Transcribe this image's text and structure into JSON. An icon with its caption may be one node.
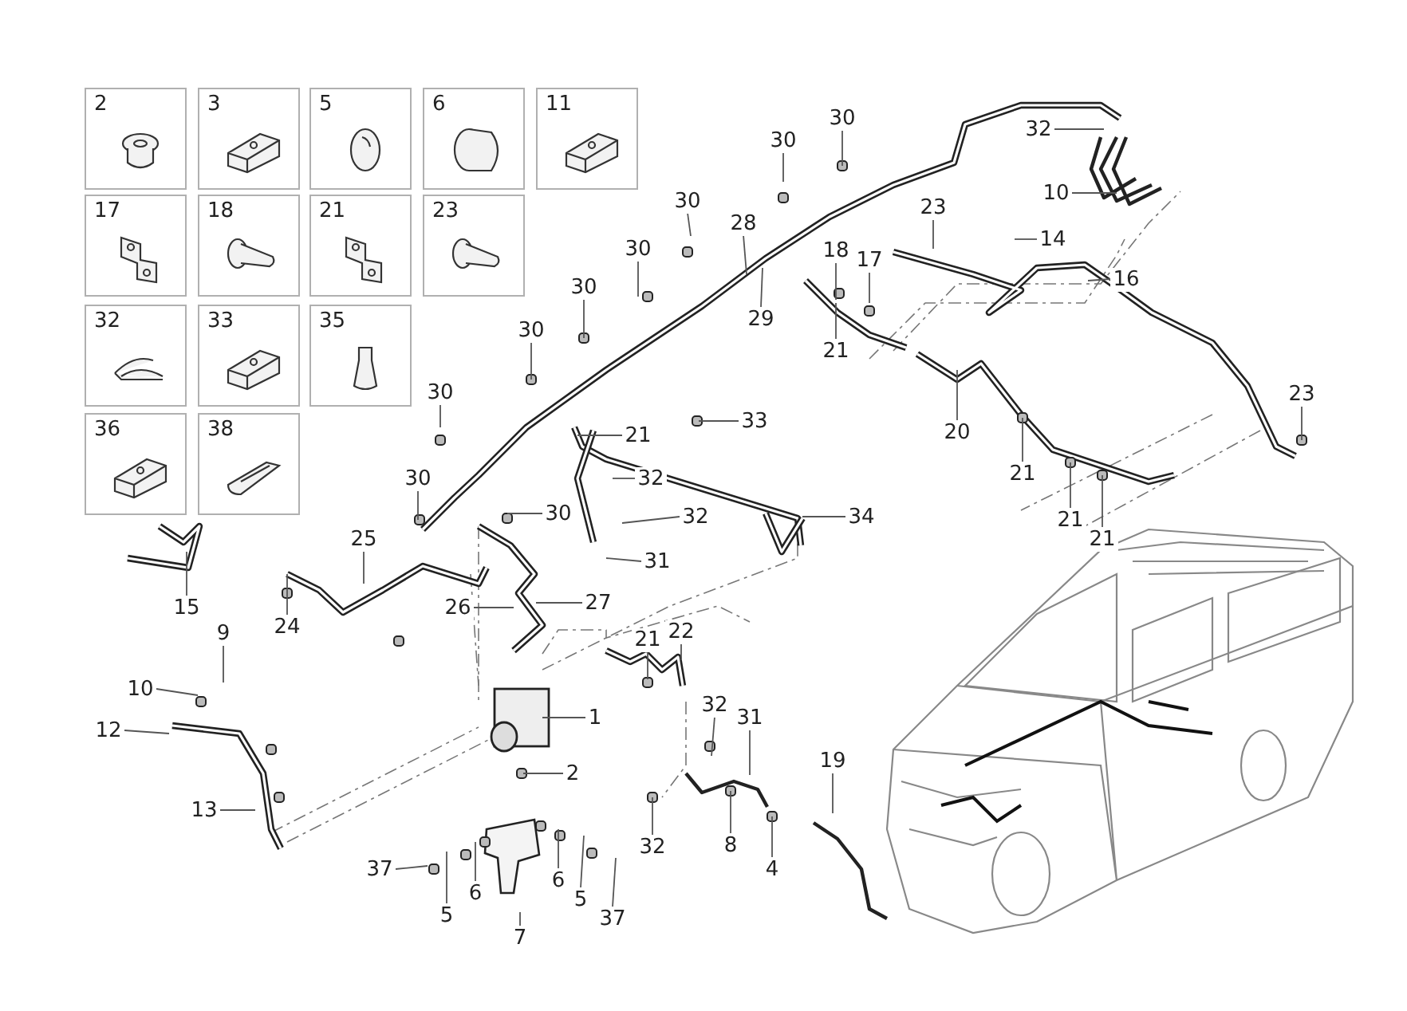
{
  "diagram": {
    "nodes": [
      {
        "text": [
          "2"
        ]
      },
      {
        "text": [
          "3"
        ]
      },
      {
        "text": [
          "5"
        ]
      },
      {
        "text": [
          "6"
        ]
      },
      {
        "text": [
          "11"
        ]
      },
      {
        "text": [
          "17"
        ]
      },
      {
        "text": [
          "18"
        ]
      },
      {
        "text": [
          "21"
        ]
      },
      {
        "text": [
          "23"
        ]
      },
      {
        "text": [
          "32"
        ]
      },
      {
        "text": [
          "33"
        ]
      },
      {
        "text": [
          "35"
        ]
      },
      {
        "text": [
          "36"
        ]
      },
      {
        "text": [
          "38"
        ]
      },
      {
        "text": [
          "30"
        ]
      },
      {
        "text": [
          "30"
        ]
      },
      {
        "text": [
          "30"
        ]
      },
      {
        "text": [
          "30"
        ]
      },
      {
        "text": [
          "30"
        ]
      },
      {
        "text": [
          "30"
        ]
      },
      {
        "text": [
          "30"
        ]
      },
      {
        "text": [
          "30"
        ]
      },
      {
        "text": [
          "30"
        ]
      },
      {
        "text": [
          "28"
        ]
      },
      {
        "text": [
          "29"
        ]
      },
      {
        "text": [
          "32"
        ]
      },
      {
        "text": [
          "10"
        ]
      },
      {
        "text": [
          "23"
        ]
      },
      {
        "text": [
          "18"
        ]
      },
      {
        "text": [
          "17"
        ]
      },
      {
        "text": [
          "14"
        ]
      },
      {
        "text": [
          "16"
        ]
      },
      {
        "text": [
          "21"
        ]
      },
      {
        "text": [
          "20"
        ]
      },
      {
        "text": [
          "21"
        ]
      },
      {
        "text": [
          "21"
        ]
      },
      {
        "text": [
          "21"
        ]
      },
      {
        "text": [
          "23"
        ]
      },
      {
        "text": [
          "21"
        ]
      },
      {
        "text": [
          "33"
        ]
      },
      {
        "text": [
          "32"
        ]
      },
      {
        "text": [
          "32"
        ]
      },
      {
        "text": [
          "31"
        ]
      },
      {
        "text": [
          "34"
        ]
      },
      {
        "text": [
          "25"
        ]
      },
      {
        "text": [
          "15"
        ]
      },
      {
        "text": [
          "24"
        ]
      },
      {
        "text": [
          "26"
        ]
      },
      {
        "text": [
          "27"
        ]
      },
      {
        "text": [
          "9"
        ]
      },
      {
        "text": [
          "10"
        ]
      },
      {
        "text": [
          "12"
        ]
      },
      {
        "text": [
          "13"
        ]
      },
      {
        "text": [
          "1"
        ]
      },
      {
        "text": [
          "2"
        ]
      },
      {
        "text": [
          "21"
        ]
      },
      {
        "text": [
          "22"
        ]
      },
      {
        "text": [
          "32"
        ]
      },
      {
        "text": [
          "31"
        ]
      },
      {
        "text": [
          "32"
        ]
      },
      {
        "text": [
          "8"
        ]
      },
      {
        "text": [
          "4"
        ]
      },
      {
        "text": [
          "19"
        ]
      },
      {
        "text": [
          "37"
        ]
      },
      {
        "text": [
          "5"
        ]
      },
      {
        "text": [
          "6"
        ]
      },
      {
        "text": [
          "7"
        ]
      },
      {
        "text": [
          "6"
        ]
      },
      {
        "text": [
          "5"
        ]
      },
      {
        "text": [
          "37"
        ]
      }
    ],
    "edges": [
      {
        "from": 14,
        "to": null,
        "arrow": "none"
      },
      {
        "from": 15,
        "to": null,
        "arrow": "none"
      },
      {
        "from": 16,
        "to": null,
        "arrow": "none"
      },
      {
        "from": 17,
        "to": null,
        "arrow": "none"
      },
      {
        "from": 18,
        "to": null,
        "arrow": "none"
      },
      {
        "from": 19,
        "to": null,
        "arrow": "none"
      },
      {
        "from": 20,
        "to": null,
        "arrow": "none"
      },
      {
        "from": 21,
        "to": null,
        "arrow": "none"
      },
      {
        "from": 22,
        "to": null,
        "arrow": "none"
      },
      {
        "from": 23,
        "to": null,
        "arrow": "none"
      },
      {
        "from": 24,
        "to": null,
        "arrow": "none"
      },
      {
        "from": 25,
        "to": null,
        "arrow": "none"
      },
      {
        "from": 26,
        "to": null,
        "arrow": "none"
      },
      {
        "from": 27,
        "to": null,
        "arrow": "none"
      },
      {
        "from": 28,
        "to": null,
        "arrow": "none"
      },
      {
        "from": 29,
        "to": null,
        "arrow": "none"
      },
      {
        "from": 30,
        "to": null,
        "arrow": "none"
      },
      {
        "from": 31,
        "to": null,
        "arrow": "none"
      },
      {
        "from": 32,
        "to": null,
        "arrow": "none"
      },
      {
        "from": 33,
        "to": null,
        "arrow": "none"
      },
      {
        "from": 34,
        "to": null,
        "arrow": "none"
      },
      {
        "from": 35,
        "to": null,
        "arrow": "none"
      },
      {
        "from": 36,
        "to": null,
        "arrow": "none"
      },
      {
        "from": 37,
        "to": null,
        "arrow": "none"
      },
      {
        "from": 38,
        "to": null,
        "arrow": "none"
      },
      {
        "from": 39,
        "to": null,
        "arrow": "none"
      },
      {
        "from": 40,
        "to": null,
        "arrow": "none"
      },
      {
        "from": 41,
        "to": null,
        "arrow": "none"
      },
      {
        "from": 42,
        "to": null,
        "arrow": "none"
      },
      {
        "from": 43,
        "to": null,
        "arrow": "none"
      },
      {
        "from": 44,
        "to": null,
        "arrow": "none"
      },
      {
        "from": 45,
        "to": null,
        "arrow": "none"
      },
      {
        "from": 46,
        "to": null,
        "arrow": "none"
      },
      {
        "from": 47,
        "to": null,
        "arrow": "none"
      },
      {
        "from": 48,
        "to": null,
        "arrow": "none"
      },
      {
        "from": 49,
        "to": null,
        "arrow": "none"
      },
      {
        "from": 50,
        "to": null,
        "arrow": "none"
      },
      {
        "from": 51,
        "to": null,
        "arrow": "none"
      },
      {
        "from": 52,
        "to": null,
        "arrow": "none"
      },
      {
        "from": 53,
        "to": null,
        "arrow": "none"
      },
      {
        "from": 54,
        "to": null,
        "arrow": "none"
      },
      {
        "from": 55,
        "to": null,
        "arrow": "none"
      },
      {
        "from": 56,
        "to": null,
        "arrow": "none"
      },
      {
        "from": 57,
        "to": null,
        "arrow": "none"
      },
      {
        "from": 58,
        "to": null,
        "arrow": "none"
      },
      {
        "from": 59,
        "to": null,
        "arrow": "none"
      },
      {
        "from": 60,
        "to": null,
        "arrow": "none"
      },
      {
        "from": 61,
        "to": null,
        "arrow": "none"
      },
      {
        "from": 62,
        "to": null,
        "arrow": "none"
      },
      {
        "from": 63,
        "to": null,
        "arrow": "none"
      },
      {
        "from": 64,
        "to": null,
        "arrow": "none"
      },
      {
        "from": 65,
        "to": null,
        "arrow": "none"
      },
      {
        "from": 66,
        "to": null,
        "arrow": "none"
      },
      {
        "from": 67,
        "to": null,
        "arrow": "none"
      },
      {
        "from": 68,
        "to": null,
        "arrow": "none"
      },
      {
        "from": 69,
        "to": null,
        "arrow": "none"
      }
    ]
  }
}
